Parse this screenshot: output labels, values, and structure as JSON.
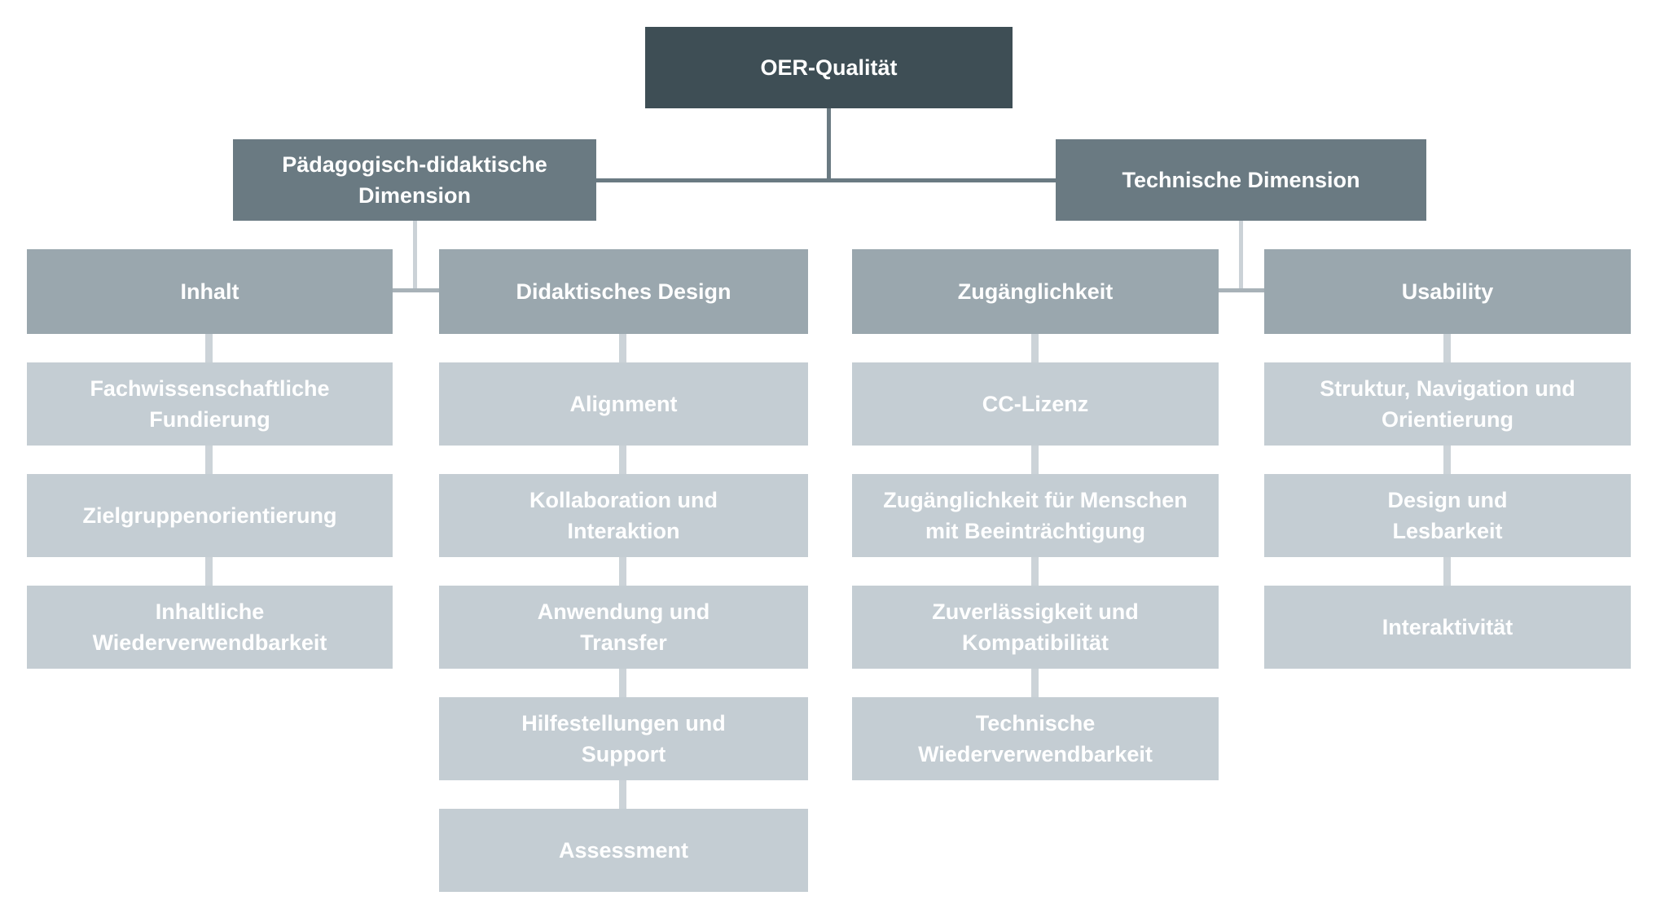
{
  "colors": {
    "background": "#ffffff",
    "text": "#ffffff",
    "root_box": "#3E4E55",
    "dimension_box": "#6A7A82",
    "category_box": "#9AA7AE",
    "item_box": "#C4CDD3",
    "connector_main": "#6A7A82",
    "connector_drop": "#CBD2D7",
    "connector_join": "#A8B2B8",
    "connector_child": "#CCD3D8"
  },
  "tree": {
    "root": {
      "label": "OER-Qualität"
    },
    "branches": [
      {
        "label": "Pädagogisch-didaktische\nDimension",
        "groups": [
          {
            "label": "Inhalt",
            "items": [
              {
                "label": "Fachwissenschaftliche\nFundierung"
              },
              {
                "label": "Zielgruppenorientierung"
              },
              {
                "label": "Inhaltliche\nWiederverwendbarkeit"
              }
            ]
          },
          {
            "label": "Didaktisches Design",
            "items": [
              {
                "label": "Alignment"
              },
              {
                "label": "Kollaboration und\nInteraktion"
              },
              {
                "label": "Anwendung und\nTransfer"
              },
              {
                "label": "Hilfestellungen und\nSupport"
              },
              {
                "label": "Assessment"
              }
            ]
          }
        ]
      },
      {
        "label": "Technische Dimension",
        "groups": [
          {
            "label": "Zugänglichkeit",
            "items": [
              {
                "label": "CC-Lizenz"
              },
              {
                "label": "Zugänglichkeit für Menschen\nmit Beeinträchtigung"
              },
              {
                "label": "Zuverlässigkeit und\nKompatibilität"
              },
              {
                "label": "Technische\nWiederverwendbarkeit"
              }
            ]
          },
          {
            "label": "Usability",
            "items": [
              {
                "label": "Struktur, Navigation und\nOrientierung"
              },
              {
                "label": "Design und\nLesbarkeit"
              },
              {
                "label": "Interaktivität"
              }
            ]
          }
        ]
      }
    ]
  }
}
